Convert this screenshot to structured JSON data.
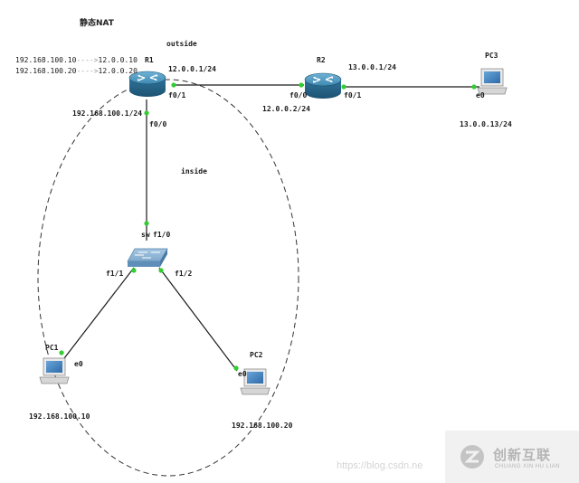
{
  "title": "静态NAT",
  "nat_mappings": [
    {
      "inside": "192.168.100.10",
      "arrow": "---->",
      "outside": "12.0.0.10"
    },
    {
      "inside": "192.168.100.20",
      "arrow": "---->",
      "outside": "12.0.0.20"
    }
  ],
  "zones": {
    "outside": "outside",
    "inside": "inside"
  },
  "devices": {
    "r1": {
      "name": "R1",
      "icon": "router-icon"
    },
    "r2": {
      "name": "R2",
      "icon": "router-icon"
    },
    "sw": {
      "name": "sw",
      "icon": "switch-icon"
    },
    "pc1": {
      "name": "PC1",
      "icon": "computer-icon"
    },
    "pc2": {
      "name": "PC2",
      "icon": "computer-icon"
    },
    "pc3": {
      "name": "PC3",
      "icon": "computer-icon"
    }
  },
  "interfaces": {
    "r1_f01": "f0/1",
    "r1_f00": "f0/0",
    "r2_f00": "f0/0",
    "r2_f01": "f0/1",
    "pc3_e0": "e0",
    "sw_f10": "f1/0",
    "sw_f11": "f1/1",
    "sw_f12": "f1/2",
    "pc1_e0": "e0",
    "pc2_e0": "e0"
  },
  "addresses": {
    "r1_outside": "12.0.0.1/24",
    "r1_inside": "192.168.100.1/24",
    "r2_left": "12.0.0.2/24",
    "r2_right": "13.0.0.1/24",
    "pc3": "13.0.0.13/24",
    "pc1": "192.168.100.10",
    "pc2": "192.168.100.20"
  },
  "watermark": {
    "url": "https://blog.csdn.ne",
    "brand": "创新互联",
    "pinyin": "CHUANG XIN HU LIAN"
  },
  "colors": {
    "link": "#1a1a1a",
    "port_dot": "#33cc33",
    "router": "#2b6f91",
    "boundary": "#333333"
  }
}
